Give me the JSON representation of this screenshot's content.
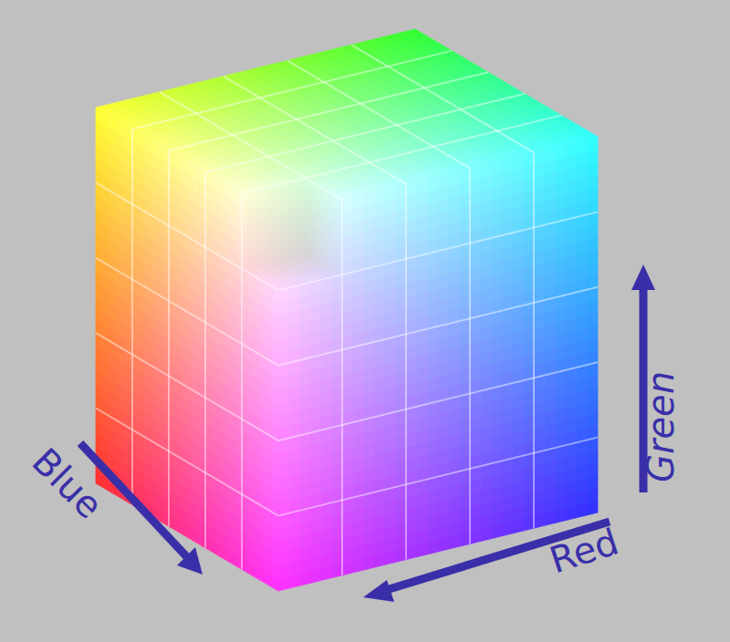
{
  "diagram": {
    "labels": [
      "Blue",
      "Red",
      "Green"
    ]
  }
}
